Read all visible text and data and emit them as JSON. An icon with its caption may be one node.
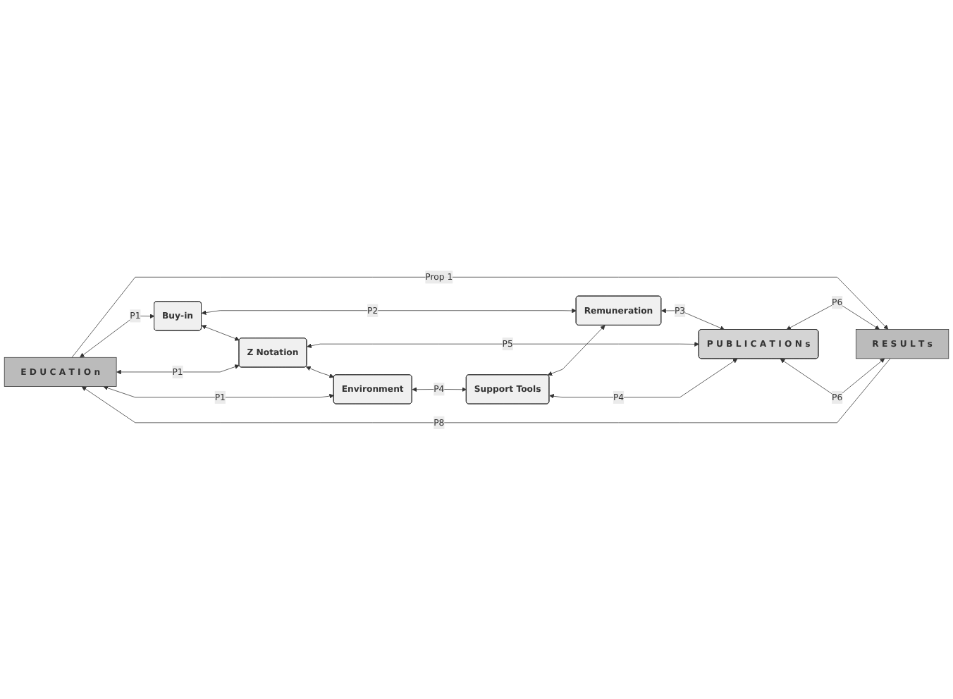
{
  "diagram": {
    "nodes": [
      {
        "text": [
          "E D U C A T I O n"
        ]
      },
      {
        "text": [
          "Buy-in"
        ]
      },
      {
        "text": [
          "Remuneration"
        ]
      },
      {
        "text": [
          "P U B L I C A T I O N s"
        ]
      },
      {
        "text": [
          "R E S U L T s"
        ]
      },
      {
        "text": [
          "Z Notation"
        ]
      },
      {
        "text": [
          "Environment"
        ]
      },
      {
        "text": [
          "Support Tools"
        ]
      }
    ],
    "edges": [
      {
        "from": 0,
        "to": 4,
        "arrow": "to",
        "label": "Prop 1"
      },
      {
        "from": 0,
        "to": 1,
        "arrow": "both",
        "label": "P1"
      },
      {
        "from": 1,
        "to": 2,
        "arrow": "both",
        "label": "P2"
      },
      {
        "from": 2,
        "to": 3,
        "arrow": "both",
        "label": "P3"
      },
      {
        "from": 3,
        "to": 4,
        "arrow": "both",
        "label": "P6"
      },
      {
        "from": 1,
        "to": 5,
        "arrow": "both"
      },
      {
        "from": 0,
        "to": 5,
        "arrow": "both",
        "label": "P1"
      },
      {
        "from": 5,
        "to": 3,
        "arrow": "both",
        "label": "P5"
      },
      {
        "from": 5,
        "to": 6,
        "arrow": "both"
      },
      {
        "from": 7,
        "to": 2,
        "arrow": "both"
      },
      {
        "from": 0,
        "to": 6,
        "arrow": "both",
        "label": "P1"
      },
      {
        "from": 6,
        "to": 7,
        "arrow": "both",
        "label": "P4"
      },
      {
        "from": 7,
        "to": 3,
        "arrow": "both",
        "label": "P4"
      },
      {
        "from": 3,
        "to": 4,
        "arrow": "both",
        "label": "P6"
      },
      {
        "from": 4,
        "to": 0,
        "arrow": "to",
        "label": "P8"
      }
    ]
  }
}
